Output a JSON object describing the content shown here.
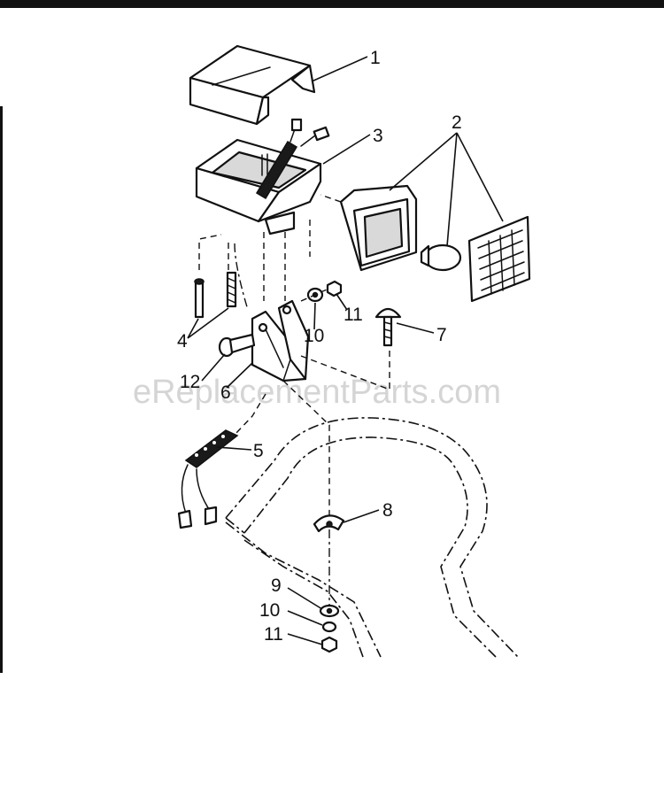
{
  "watermark": "eReplacementParts.com",
  "callouts": {
    "c1": "1",
    "c2": "2",
    "c3": "3",
    "c4": "4",
    "c5": "5",
    "c6": "6",
    "c7": "7",
    "c8": "8",
    "c9": "9",
    "c10a": "10",
    "c10b": "10",
    "c11a": "11",
    "c11b": "11",
    "c12": "12"
  }
}
